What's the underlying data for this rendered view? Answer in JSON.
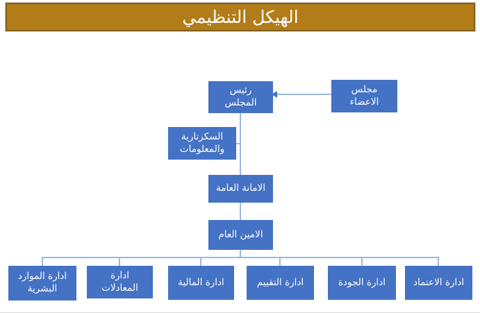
{
  "title": "الهيكل التنظيمي",
  "theme": {
    "background": "#ffffff",
    "title_fill": "#b27c18",
    "title_border": "#82601a",
    "title_text": "#ffffff",
    "node_fill": "#4472c4",
    "node_text": "#ffffff",
    "connector": "#9db6e0",
    "arrowhead": "#4472c4"
  },
  "nodes": {
    "members_council": {
      "label": "مجلس\nالاعضاء"
    },
    "chairman": {
      "label": "رئيس\nالمجلس"
    },
    "secretariat": {
      "label": "السكرتارية\nوالمعلومات"
    },
    "general_secretariat": {
      "label": "الامانة العامة"
    },
    "secretary_general": {
      "label": "الامين العام"
    },
    "dept_hr": {
      "label": "ادارة الموارد\nالبشرية"
    },
    "dept_equivalency": {
      "label": "ادارة\nالمعادلات"
    },
    "dept_finance": {
      "label": "ادارة المالية"
    },
    "dept_evaluation": {
      "label": "ادارة التقييم"
    },
    "dept_quality": {
      "label": "ادارة الجودة"
    },
    "dept_accreditation": {
      "label": "ادارة الاعتماد"
    }
  },
  "edges": [
    {
      "from": "members_council",
      "to": "chairman",
      "style": "arrow"
    },
    {
      "from": "chairman",
      "to": "secretariat"
    },
    {
      "from": "chairman",
      "to": "general_secretariat"
    },
    {
      "from": "general_secretariat",
      "to": "secretary_general"
    },
    {
      "from": "secretary_general",
      "to": "dept_hr"
    },
    {
      "from": "secretary_general",
      "to": "dept_equivalency"
    },
    {
      "from": "secretary_general",
      "to": "dept_finance"
    },
    {
      "from": "secretary_general",
      "to": "dept_evaluation"
    },
    {
      "from": "secretary_general",
      "to": "dept_quality"
    },
    {
      "from": "secretary_general",
      "to": "dept_accreditation"
    }
  ]
}
